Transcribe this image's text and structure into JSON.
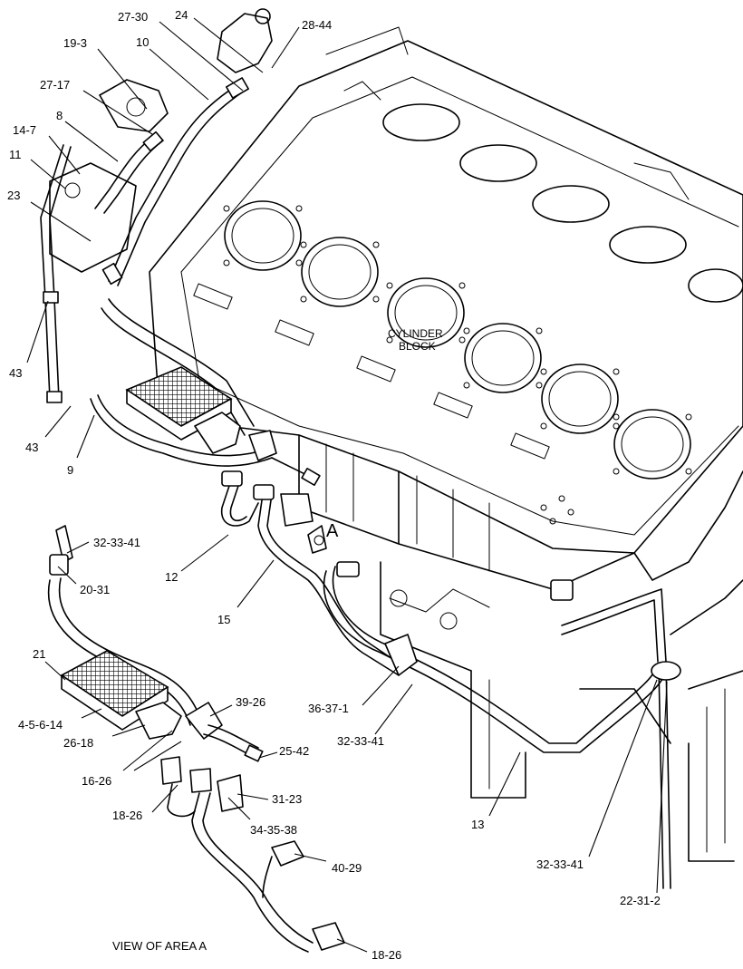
{
  "labels": {
    "l_27_30": "27-30",
    "l_24": "24",
    "l_28_44": "28-44",
    "l_19_3": "19-3",
    "l_10": "10",
    "l_27_17": "27-17",
    "l_8": "8",
    "l_14_7": "14-7",
    "l_11": "11",
    "l_23": "23",
    "l_43a": "43",
    "l_43b": "43",
    "l_9": "9",
    "l_32_33_41a": "32-33-41",
    "l_20_31": "20-31",
    "l_12": "12",
    "l_15": "15",
    "l_21": "21",
    "l_4_5_6_14": "4-5-6-14",
    "l_26_18": "26-18",
    "l_39_26": "39-26",
    "l_25_42": "25-42",
    "l_16_26": "16-26",
    "l_36_37_1": "36-37-1",
    "l_32_33_41b": "32-33-41",
    "l_18_26a": "18-26",
    "l_31_23": "31-23",
    "l_34_35_38": "34-35-38",
    "l_13": "13",
    "l_40_29": "40-29",
    "l_32_33_41c": "32-33-41",
    "l_22_31_2": "22-31-2",
    "l_18_26b": "18-26"
  },
  "annotations": {
    "cylinder_block_line1": "CYLINDER",
    "cylinder_block_line2": "BLOCK",
    "area_marker": "A",
    "view_caption": "VIEW OF AREA A"
  }
}
